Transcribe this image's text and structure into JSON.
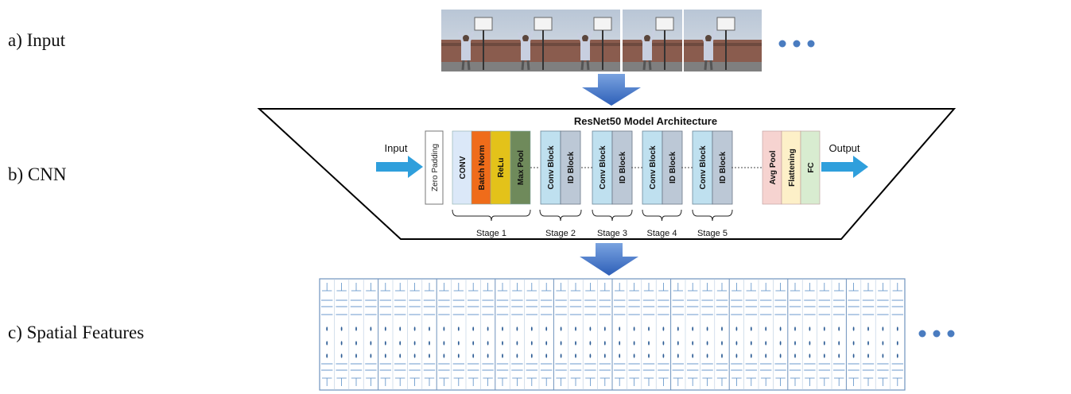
{
  "labels": {
    "input": "a) Input",
    "cnn": "b) CNN",
    "spatial": "c) Spatial Features"
  },
  "architecture": {
    "title": "ResNet50 Model Architecture",
    "input_label": "Input",
    "output_label": "Output",
    "zero_padding": "Zero Padding",
    "stage1_layers": [
      {
        "label": "CONV",
        "color": "#dbe8f8"
      },
      {
        "label": "Batch Norm",
        "color": "#ef6c1a"
      },
      {
        "label": "ReLu",
        "color": "#e3c21a"
      },
      {
        "label": "Max Pool",
        "color": "#6f8a5b"
      }
    ],
    "conv_block": "Conv Block",
    "id_block": "ID Block",
    "tail_layers": [
      {
        "label": "Avg Pool",
        "color": "#f6d3d0"
      },
      {
        "label": "Flattening",
        "color": "#fdf0c8"
      },
      {
        "label": "FC",
        "color": "#d8ecd0"
      }
    ],
    "stages": [
      "Stage 1",
      "Stage 2",
      "Stage 3",
      "Stage 4",
      "Stage 5"
    ]
  },
  "colors": {
    "arrow": "#3a6fc4",
    "feature_line": "#5b8fc7",
    "dot": "#4a7cc0",
    "conv_block_fill": "#bfe0ef",
    "id_block_fill": "#bcc8d6"
  }
}
